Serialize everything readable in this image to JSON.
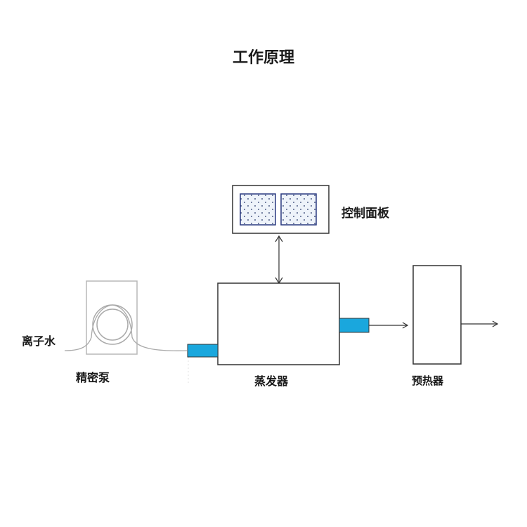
{
  "title": "工作原理",
  "labels": {
    "control_panel": "控制面板",
    "deionized_water": "离子水",
    "precision_pump": "精密泵",
    "evaporator": "蒸发器",
    "preheater": "预热器"
  },
  "colors": {
    "nozzle": "#1aa7dd",
    "panel_dots": "#223366",
    "panel_screen_border": "#2a3a80",
    "line": "#333333",
    "pump_outline": "#b0b0b0"
  }
}
